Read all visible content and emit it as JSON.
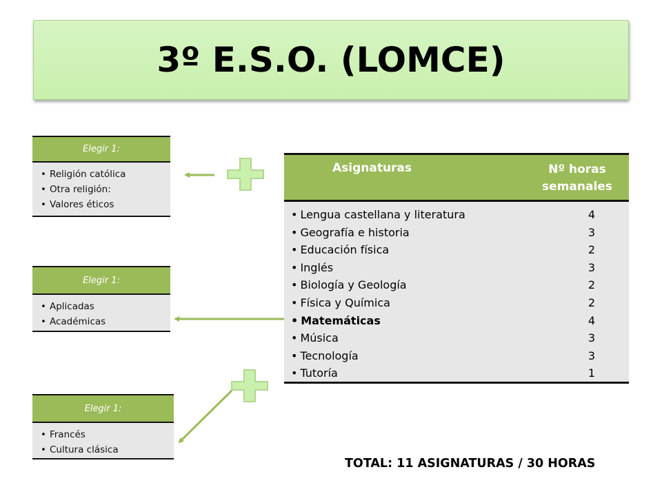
{
  "title": "3º E.S.O. (LOMCE)",
  "choice_boxes": [
    {
      "header": "Elegir 1:",
      "items": [
        "Religión católica",
        "Otra religión:",
        "Valores éticos"
      ]
    },
    {
      "header": "Elegir 1:",
      "items": [
        "Aplicadas",
        "Académicas"
      ]
    },
    {
      "header": "Elegir 1:",
      "items": [
        "Francés",
        "Cultura clásica"
      ]
    }
  ],
  "subjects_table": {
    "col_subject": "Asignaturas",
    "col_hours_line1": "Nº horas",
    "col_hours_line2": "semanales",
    "rows": [
      {
        "subject": "Lengua castellana y literatura",
        "hours": "4"
      },
      {
        "subject": "Geografía e historia",
        "hours": "3"
      },
      {
        "subject": "Educación física",
        "hours": "2"
      },
      {
        "subject": "Inglés",
        "hours": "3"
      },
      {
        "subject": "Biología y Geología",
        "hours": "2"
      },
      {
        "subject": "Física y Química",
        "hours": "2"
      },
      {
        "subject": "Matemáticas",
        "hours": "4"
      },
      {
        "subject": "Música",
        "hours": "3"
      },
      {
        "subject": "Tecnología",
        "hours": "3"
      },
      {
        "subject": "Tutoría",
        "hours": "1"
      }
    ]
  },
  "total": "TOTAL: 11 ASIGNATURAS / 30 HORAS",
  "colors": {
    "accent_green": "#9bbb59",
    "title_bg": "#c9f0ad",
    "body_gray": "#e7e7e7"
  }
}
